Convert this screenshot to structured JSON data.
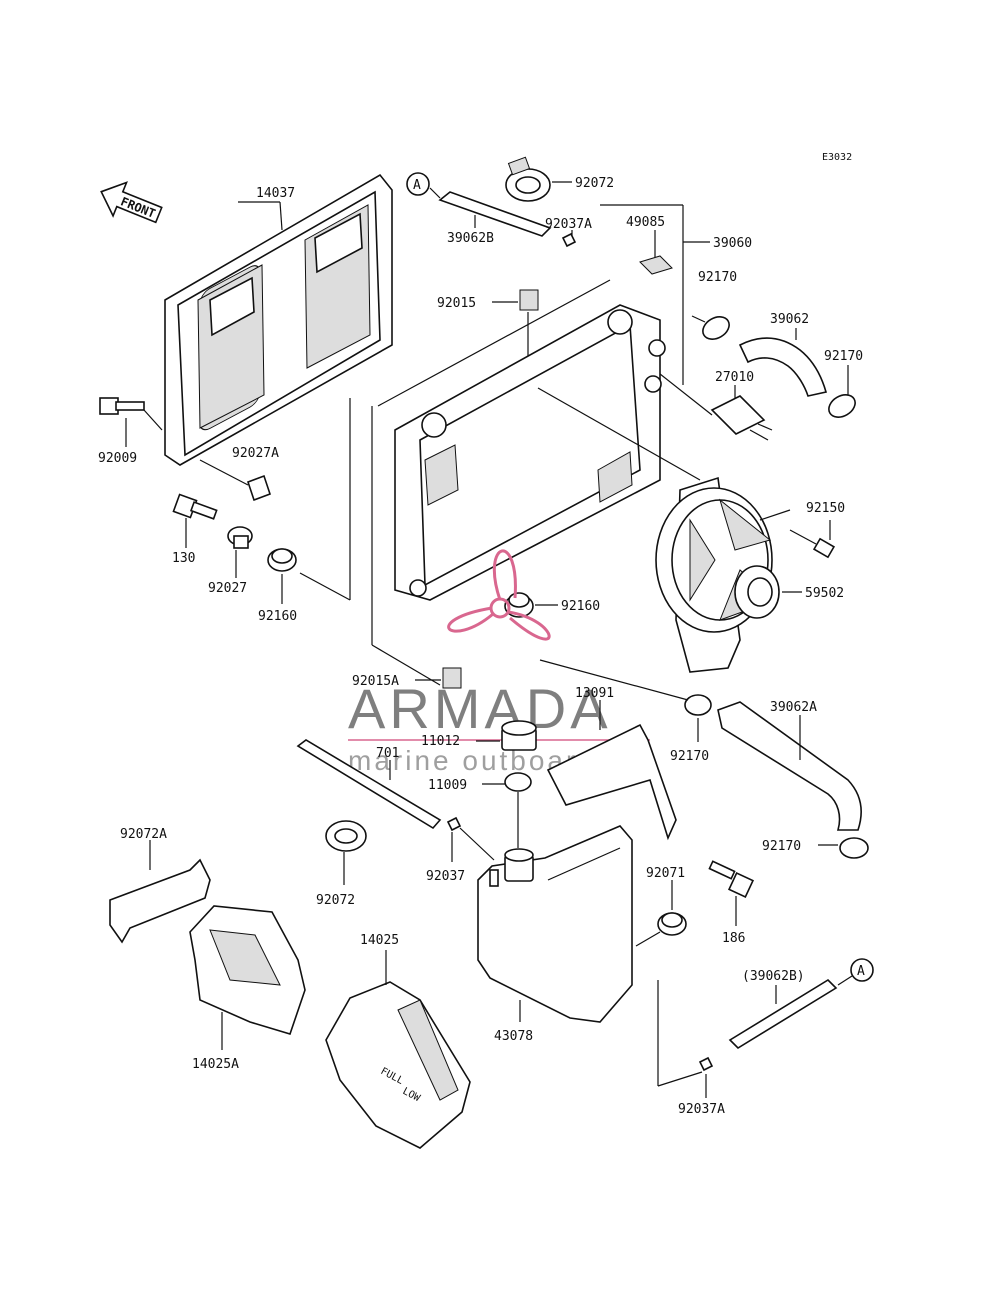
{
  "diagram_code": "E3032",
  "front_arrow_label": "FRONT",
  "parts": {
    "p14037": "14037",
    "p92072_top": "92072",
    "pA_top": "A",
    "p39062B": "39062B",
    "p92037A_top": "92037A",
    "p49085": "49085",
    "p39060": "39060",
    "p92170_a": "92170",
    "p39062": "39062",
    "p92170_b": "92170",
    "p27010": "27010",
    "p92015": "92015",
    "p92009": "92009",
    "p92027A": "92027A",
    "p130": "130",
    "p92027": "92027",
    "p92160_left": "92160",
    "p92150": "92150",
    "p92160_center": "92160",
    "p59502": "59502",
    "p92015A": "92015A",
    "p13091": "13091",
    "p11012": "11012",
    "p701": "701",
    "p11009": "11009",
    "p92170_c": "92170",
    "p39062A": "39062A",
    "p92170_d": "92170",
    "p92072A": "92072A",
    "p92072_bottom": "92072",
    "p92037": "92037",
    "p92071": "92071",
    "p186": "186",
    "p14025": "14025",
    "p39062B_paren": "(39062B)",
    "pA_bottom": "A",
    "p14025A": "14025A",
    "p43078": "43078",
    "p92037A_bottom": "92037A"
  },
  "tank_markings": {
    "full": "FULL",
    "low": "LOW"
  },
  "watermark": {
    "title": "ARMADA",
    "subtitle": "marine outboards",
    "accent_color": "#d9678f"
  }
}
